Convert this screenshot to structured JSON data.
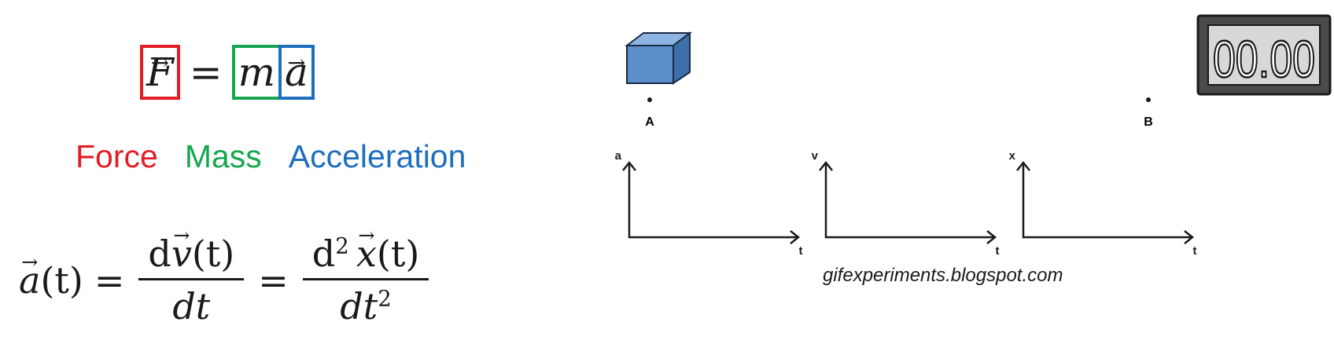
{
  "equation_newton": {
    "force_symbol": "F",
    "equals": "=",
    "mass_symbol": "m",
    "accel_symbol": "a",
    "arrow": "→"
  },
  "labels": {
    "force": "Force",
    "mass": "Mass",
    "acceleration": "Acceleration"
  },
  "equation_derivative": {
    "lhs_symbol": "a",
    "lhs_arg": "(t)",
    "equals": "=",
    "frac1_num_d": "d",
    "frac1_num_var": "v",
    "frac1_num_arg": "(t)",
    "frac1_den": "dt",
    "frac2_num_d": "d",
    "frac2_num_pow": "2",
    "frac2_num_var": "x",
    "frac2_num_arg": "(t)",
    "frac2_den": "dt",
    "frac2_den_pow": "2"
  },
  "animation": {
    "point_a": "A",
    "point_b": "B",
    "timer_display": "00.00",
    "graphs": [
      {
        "y_label": "a",
        "x_label": "t"
      },
      {
        "y_label": "v",
        "x_label": "t"
      },
      {
        "y_label": "x",
        "x_label": "t"
      }
    ],
    "credit": "gifexperiments.blogspot.com"
  },
  "colors": {
    "force": "#e01e25",
    "mass": "#17a650",
    "acceleration": "#1d6fbd",
    "block": "#5b8fcb",
    "timer_body": "#555555"
  }
}
